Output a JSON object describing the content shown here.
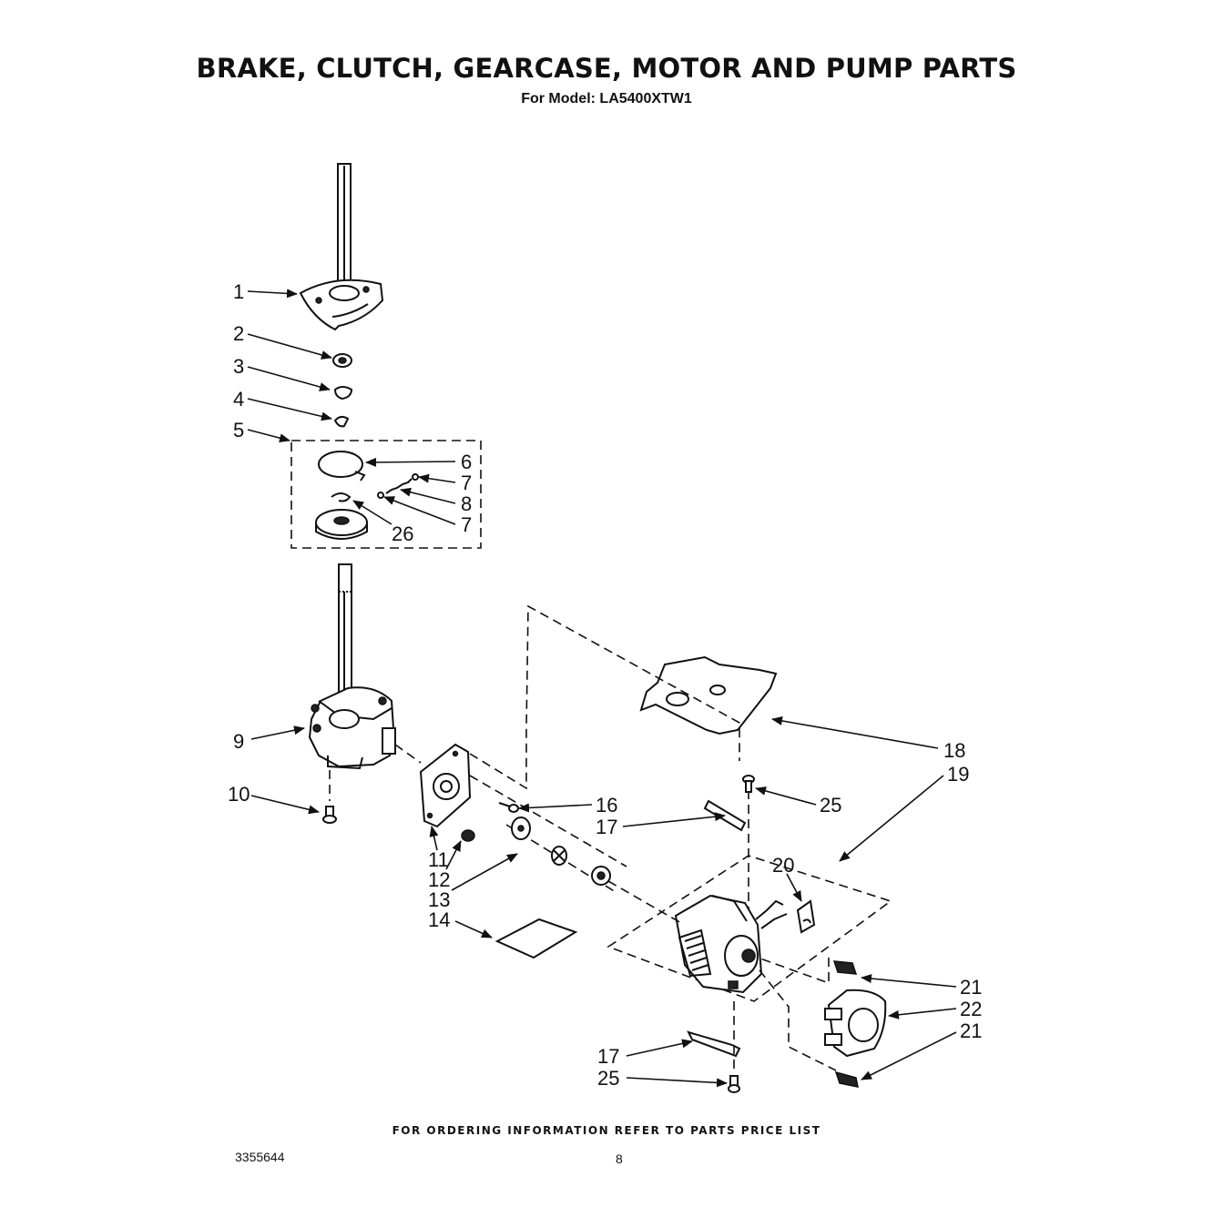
{
  "header": {
    "title": "BRAKE, CLUTCH, GEARCASE, MOTOR AND PUMP PARTS",
    "subtitle": "For Model: LA5400XTW1"
  },
  "footer": {
    "ordering_note": "FOR ORDERING INFORMATION REFER TO PARTS PRICE LIST",
    "document_number": "3355644",
    "page_number": "8"
  },
  "callouts": {
    "c1": "1",
    "c2": "2",
    "c3": "3",
    "c4": "4",
    "c5": "5",
    "c6": "6",
    "c7a": "7",
    "c8": "8",
    "c7b": "7",
    "c26": "26",
    "c9": "9",
    "c10": "10",
    "c11": "11",
    "c12": "12",
    "c13": "13",
    "c14": "14",
    "c16": "16",
    "c17a": "17",
    "c18": "18",
    "c19": "19",
    "c25a": "25",
    "c20": "20",
    "c21a": "21",
    "c22": "22",
    "c21b": "21",
    "c17b": "17",
    "c25b": "25"
  }
}
